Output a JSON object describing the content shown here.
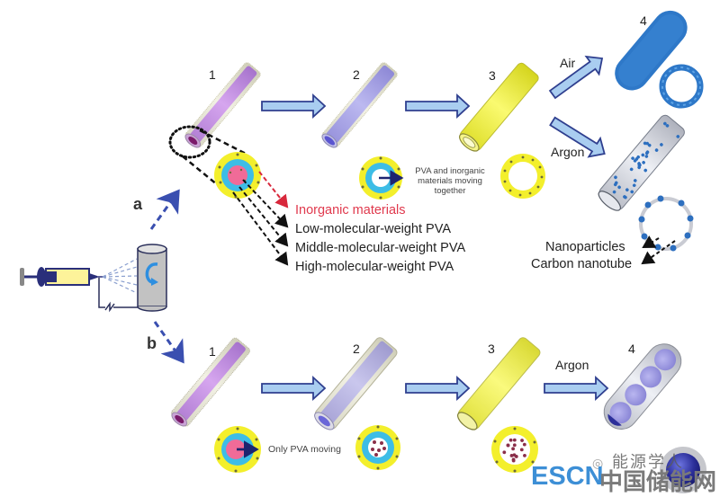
{
  "figure": {
    "route_a_label": "a",
    "route_b_label": "b",
    "route_a": {
      "steps": [
        "1",
        "2",
        "3",
        "4"
      ],
      "step2_note": "PVA and inorganic materials moving together",
      "step2_note_lines": [
        "PVA and inorganic",
        "materials moving",
        "together"
      ],
      "branch_air": "Air",
      "branch_argon": "Argon",
      "legend": [
        {
          "text": "Inorganic materials",
          "color": "#e0394d"
        },
        {
          "text": "Low-molecular-weight PVA",
          "color": "#222222"
        },
        {
          "text": "Middle-molecular-weight PVA",
          "color": "#222222"
        },
        {
          "text": "High-molecular-weight PVA",
          "color": "#222222"
        }
      ],
      "argon_product_labels": [
        "Nanoparticles",
        "Carbon nanotube"
      ]
    },
    "route_b": {
      "steps": [
        "1",
        "2",
        "3",
        "4"
      ],
      "step1_note": "Only PVA moving",
      "branch_argon": "Argon"
    },
    "apparatus": {
      "components": [
        "syringe-pump",
        "needle",
        "rotating-collector",
        "high-voltage-supply"
      ]
    },
    "colors": {
      "arrow_fill": "#a9cdf0",
      "arrow_stroke": "#2f3f8f",
      "dashed_route_arrow": "#3a4fb0",
      "tube_purple": "#c48ee0",
      "tube_lavender": "#a9a6e6",
      "tube_yellow": "#f1f04a",
      "blue_tube": "#2e78c8",
      "ring_yellow": "#f3ef2c",
      "ring_cyan": "#3dbde6",
      "core_pink": "#f06b98",
      "legend_red": "#e0394d"
    }
  },
  "watermark": {
    "wechat": "能源学人",
    "brand_latin": "ESCN",
    "brand_cn": "中国储能网"
  }
}
